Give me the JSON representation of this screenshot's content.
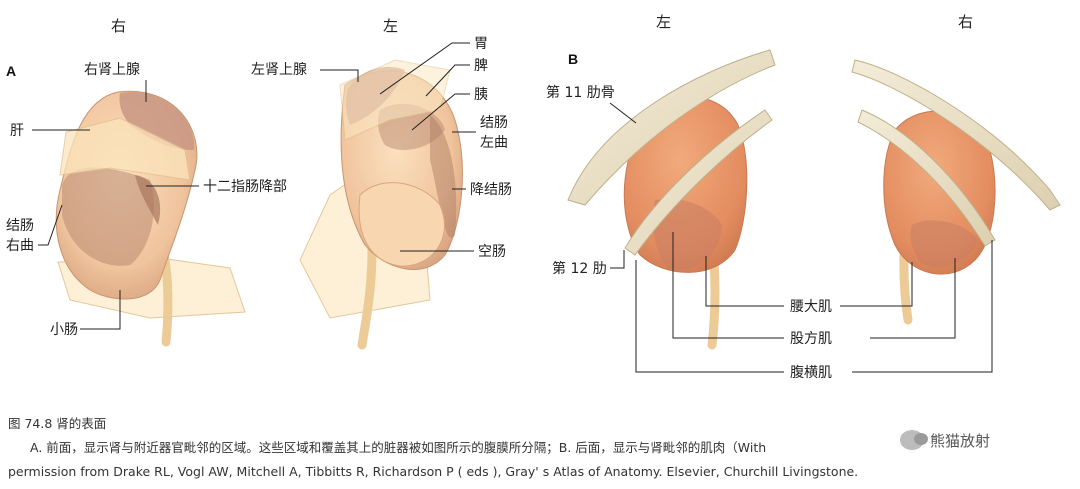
{
  "panel_a": {
    "letter": "A",
    "right_side": "右",
    "left_side": "左",
    "labels": {
      "right_adrenal": "右肾上腺",
      "liver": "肝",
      "duodenum_descending": "十二指肠降部",
      "right_colic_flexure_1": "结肠",
      "right_colic_flexure_2": "右曲",
      "small_intestine": "小肠",
      "left_adrenal": "左肾上腺",
      "stomach": "胃",
      "spleen": "脾",
      "pancreas": "胰",
      "left_colic_flexure_1": "结肠",
      "left_colic_flexure_2": "左曲",
      "descending_colon": "降结肠",
      "jejunum": "空肠"
    }
  },
  "panel_b": {
    "letter": "B",
    "left_side": "左",
    "right_side": "右",
    "labels": {
      "rib_11": "第 11 肋骨",
      "rib_12": "第 12 肋",
      "psoas_major": "腰大肌",
      "quadratus_lumborum": "股方肌",
      "transversus_abdominis": "腹横肌"
    }
  },
  "caption": {
    "title": "图 74.8   肾的表面",
    "line1": "A. 前面，显示肾与附近器官毗邻的区域。这些区域和覆盖其上的脏器被如图所示的腹膜所分隔；B. 后面，显示与肾毗邻的肌肉（With",
    "line2": "permission from Drake RL, Vogl AW, Mitchell A, Tibbitts R, Richardson P ( eds ), Gray' s Atlas of Anatomy. Elsevier, Churchill Livingstone."
  },
  "watermark": {
    "text": "熊猫放射"
  },
  "colors": {
    "kidney_light": "#f2c9a0",
    "kidney_dark": "#b98a72",
    "kidney_posterior": "#e7956a",
    "rib": "#ede3c8",
    "overlay": "#fbe8c4",
    "line": "#222222"
  }
}
